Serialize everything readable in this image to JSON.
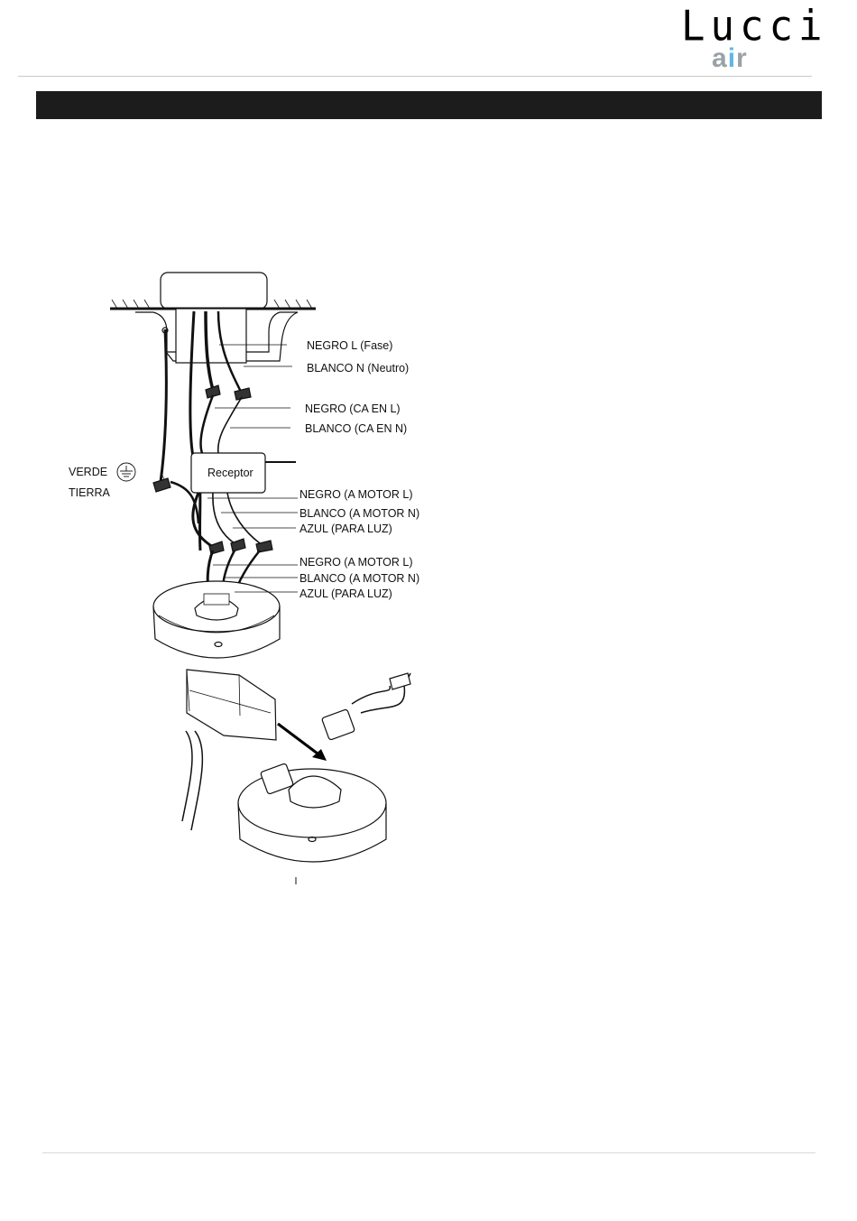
{
  "brand": {
    "name": "Lucci",
    "sub_a": "a",
    "sub_i": "i",
    "sub_r": "r"
  },
  "labels": {
    "negro_l_fase": "NEGRO L (Fase)",
    "blanco_n_neutro": "BLANCO N (Neutro)",
    "negro_ca_l": "NEGRO (CA EN L)",
    "blanco_ca_n": "BLANCO (CA EN N)",
    "verde": "VERDE",
    "tierra": "TIERRA",
    "receptor": "Receptor",
    "negro_motor_l_1": "NEGRO (A MOTOR L)",
    "blanco_motor_n_1": "BLANCO (A MOTOR N)",
    "azul_luz_1": "AZUL (PARA LUZ)",
    "negro_motor_l_2": "NEGRO (A MOTOR L)",
    "blanco_motor_n_2": "BLANCO (A MOTOR N)",
    "azul_luz_2": "AZUL (PARA LUZ)"
  },
  "icons": {
    "ground": "ground-symbol-icon",
    "arrow": "insert-arrow-icon"
  }
}
